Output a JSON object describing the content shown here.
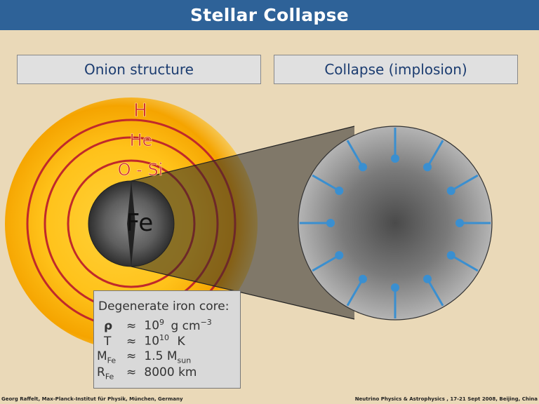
{
  "slide": {
    "title": "Stellar Collapse"
  },
  "labels": {
    "left": "Onion structure",
    "right": "Collapse (implosion)"
  },
  "onion": {
    "layers": [
      "H",
      "He",
      "O - Si",
      "Fe"
    ]
  },
  "info": {
    "title": "Degenerate iron core:",
    "rows": [
      {
        "symbol": "ρ",
        "approx": "≈",
        "base": "10",
        "exp": "9",
        "unit": "g cm",
        "unit_exp": "−3"
      },
      {
        "symbol": "T",
        "approx": "≈",
        "base": "10",
        "exp": "10",
        "unit": "K"
      },
      {
        "symbol": "M",
        "sub": "Fe",
        "approx": "≈",
        "value": "1.5 M",
        "value_sub": "sun"
      },
      {
        "symbol": "R",
        "sub": "Fe",
        "approx": "≈",
        "value": "8000 km"
      }
    ]
  },
  "footer": {
    "left": "Georg Raffelt, Max-Planck-Institut für Physik, München, Germany",
    "right": "Neutrino Physics & Astrophysics , 17-21 Sept 2008, Beijing, China"
  },
  "colors": {
    "header": "#2E6298",
    "background": "#EAD9B8",
    "shell_ring": "#C0292B",
    "arrow": "#3A8FD0"
  }
}
